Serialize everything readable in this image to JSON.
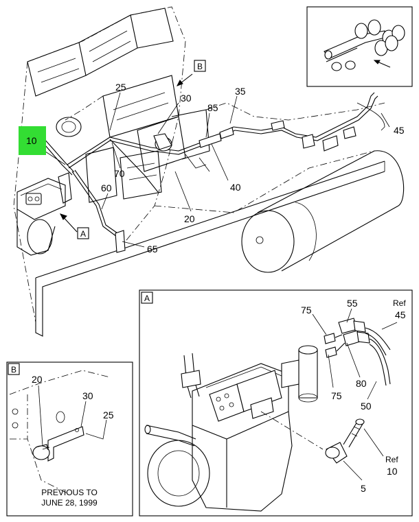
{
  "callouts_main": {
    "c25": "25",
    "c30": "30",
    "c35": "35",
    "c85": "85",
    "c45": "45",
    "c10": "10",
    "c70": "70",
    "c60": "60",
    "c40": "40",
    "c20": "20",
    "c65": "65"
  },
  "view_letters": {
    "a_pointer": "A",
    "b_pointer": "B",
    "a_box": "A",
    "b_box": "B"
  },
  "callouts_a": {
    "c75_top": "75",
    "c55": "55",
    "ref_top": "Ref",
    "ref45": "45",
    "c75_bottom": "75",
    "c80": "80",
    "c50": "50",
    "ref_bottom": "Ref",
    "ref10": "10",
    "c5": "5"
  },
  "callouts_b": {
    "c20": "20",
    "c30": "30",
    "c25": "25"
  },
  "note_b": {
    "line1": "PREVIOUS TO",
    "line2": "JUNE 28, 1999"
  },
  "colors": {
    "highlight": "#33dd33",
    "ink": "#000000",
    "paper": "#ffffff"
  },
  "icon_names": [
    "truck-chassis-locator-icon",
    "view-pointer-arrow-icon"
  ]
}
